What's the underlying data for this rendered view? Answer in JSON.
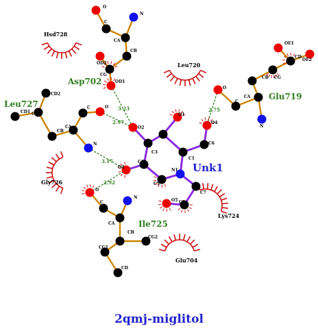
{
  "title": "2qmj-miglitol",
  "ligand_label": "Unk1",
  "residues_hbond": [
    "Asp702",
    "Glu719",
    "Leu727",
    "Ile725"
  ],
  "residues_hydrophobic": [
    "Hsd728",
    "Leu720",
    "Gly726",
    "Lys724",
    "Glu704"
  ],
  "hbond_distances": [
    "3.23",
    "2.97",
    "2.75",
    "3.17",
    "2.92"
  ],
  "atom_labels": {
    "asp": [
      "O",
      "N",
      "C",
      "CA",
      "CB",
      "CG",
      "OD2",
      "OD1"
    ],
    "glu": [
      "OE1",
      "CD",
      "OE2",
      "CG",
      "CB",
      "CA",
      "C",
      "O",
      "N"
    ],
    "leu": [
      "CD2",
      "CD1",
      "CG",
      "CB",
      "CA",
      "C",
      "O",
      "N"
    ],
    "ile": [
      "O",
      "C",
      "CA",
      "N",
      "CB",
      "CG2",
      "CG1",
      "CD"
    ],
    "lig": [
      "O1",
      "C2",
      "O2",
      "C3",
      "C4",
      "O3",
      "C5",
      "N1",
      "C1",
      "C6",
      "O4",
      "C7",
      "C8",
      "O5"
    ]
  },
  "colors": {
    "ligand_bond": "#8a2be2",
    "residue_bond": "#cc8400",
    "hbond": "#2e7d1e",
    "hydrophobic": "#cc1111",
    "oxygen": "#ee0000",
    "nitrogen": "#1010ee",
    "carbon": "#000000"
  }
}
